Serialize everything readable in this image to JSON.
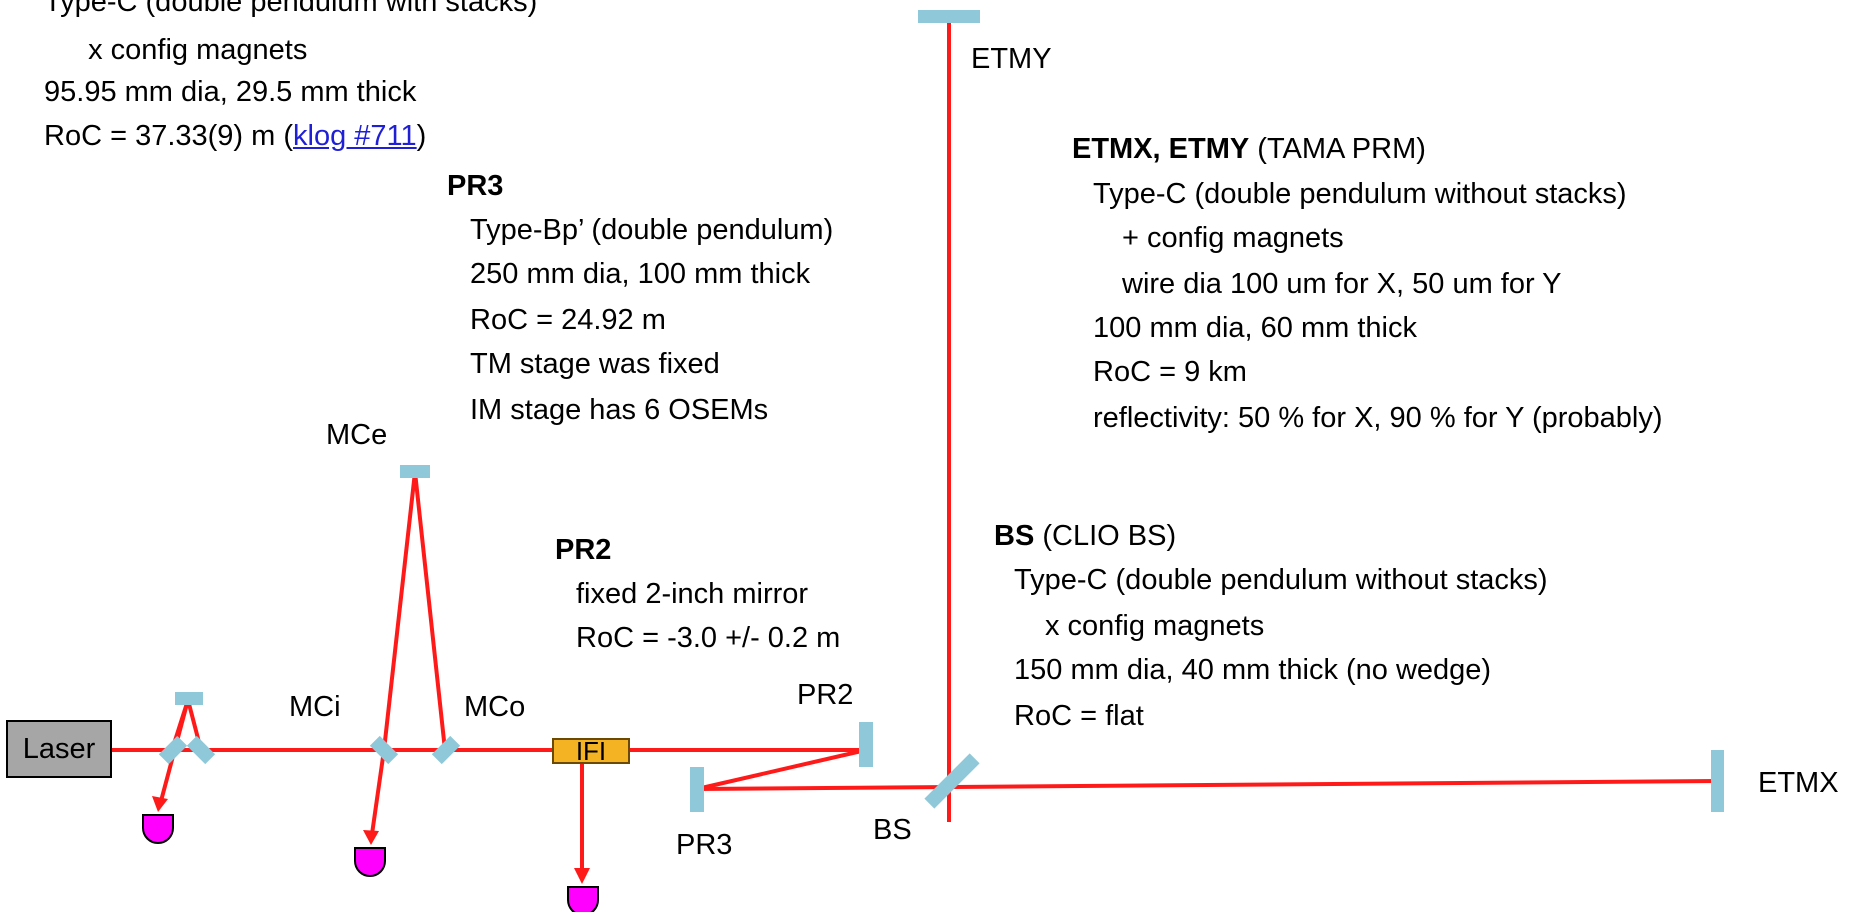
{
  "labels": {
    "etmy": "ETMY",
    "etmx": "ETMX",
    "mce": "MCe",
    "mci": "MCi",
    "mco": "MCo",
    "pr2_top": "PR2",
    "pr3_bottom": "PR3",
    "bs": "BS",
    "laser": "Laser",
    "ifi": "IFI"
  },
  "pr_block": {
    "line1": "Type-C (double pendulum with stacks)",
    "line2": "  x config magnets",
    "line3": "95.95 mm dia, 29.5 mm thick",
    "line4_prefix": "RoC = 37.33(9) m (",
    "link_text": "klog #711",
    "line4_suffix": ")"
  },
  "pr3_block": {
    "title": "PR3",
    "line1": "Type-Bp’ (double pendulum)",
    "line2": "250 mm dia, 100 mm thick",
    "line3": "RoC = 24.92 m",
    "line4": "TM stage was fixed",
    "line5": "IM stage has 6 OSEMs"
  },
  "etm_block": {
    "title": "ETMX, ETMY",
    "title_suffix": " (TAMA PRM)",
    "line1": "Type-C (double pendulum without stacks)",
    "line2": "+ config magnets",
    "line3": "wire dia 100 um for X, 50 um for Y",
    "line4": "100 mm dia, 60 mm thick",
    "line5": "RoC = 9 km",
    "line6": "reflectivity: 50 % for X, 90 % for Y (probably)"
  },
  "pr2_block": {
    "title": "PR2",
    "line1": "fixed 2-inch mirror",
    "line2": "RoC = -3.0 +/- 0.2 m"
  },
  "bs_block": {
    "title": "BS",
    "title_suffix": " (CLIO BS)",
    "line1": "Type-C (double pendulum without stacks)",
    "line2": "x config magnets",
    "line3": "150 mm dia, 40 mm thick (no wedge)",
    "line4": "RoC = flat"
  },
  "colors": {
    "beam": "#ff1a1a",
    "mirror": "#8fc8d8",
    "detector": "#ff00ff",
    "laser_box": "#a6a6a6",
    "ifi_box": "#f4b322",
    "link": "#1f1fd6"
  }
}
